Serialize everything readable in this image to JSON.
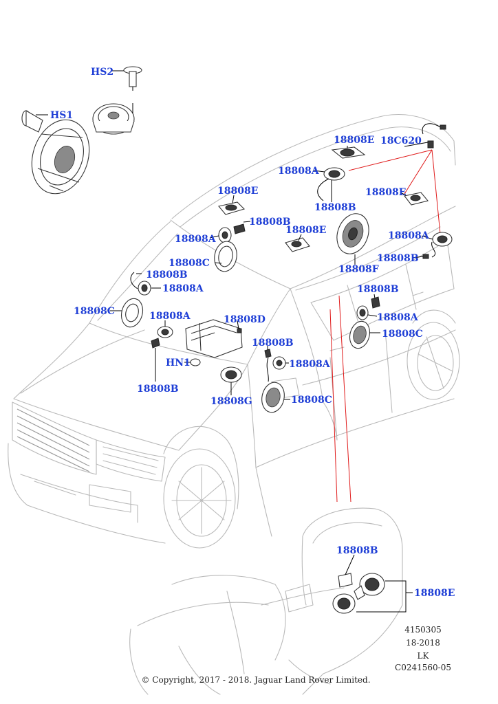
{
  "callouts": {
    "hs2": "HS2",
    "hs1": "HS1",
    "e_top": "18808E",
    "c620": "18C620",
    "a_roof": "18808A",
    "b_roof": "18808B",
    "e_left": "18808E",
    "e_right": "18808E",
    "b_dash": "18808B",
    "a_dash": "18808A",
    "e_center": "18808E",
    "a_rear": "18808A",
    "c_dash": "18808C",
    "b_rear": "18808B",
    "f_sub": "18808F",
    "b_left": "18808B",
    "a_left": "18808A",
    "b_rdoor": "18808B",
    "c_left": "18808C",
    "a_rdoor": "18808A",
    "a_front": "18808A",
    "d_amp": "18808D",
    "c_rdoor": "18808C",
    "b_front": "18808B",
    "hn1": "HN1",
    "a_fdoor": "18808A",
    "b_horn": "18808B",
    "g_center": "18808G",
    "c_fdoor": "18808C",
    "b_seat": "18808B",
    "e_seat": "18808E"
  },
  "meta": {
    "line1": "4150305",
    "line2": "18-2018",
    "line3": "LK",
    "line4": "C0241560-05"
  },
  "copyright": "© Copyright, 2017 - 2018. Jaguar Land Rover Limited."
}
